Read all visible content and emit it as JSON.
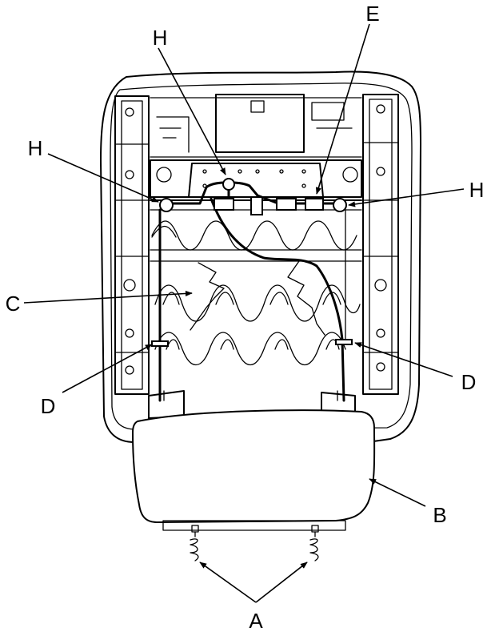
{
  "callouts": {
    "a": "A",
    "b": "B",
    "c": "C",
    "d_left": "D",
    "d_right": "D",
    "e": "E",
    "h_top": "H",
    "h_left": "H",
    "h_right": "H"
  }
}
